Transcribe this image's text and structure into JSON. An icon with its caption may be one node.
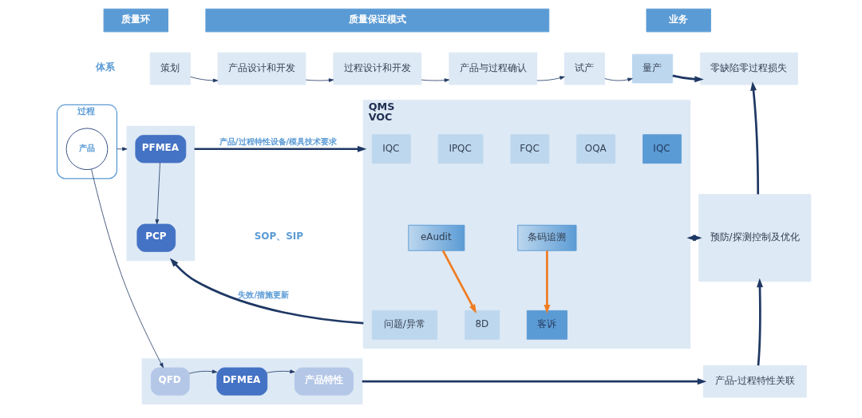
{
  "diagram": {
    "nodes": [
      {
        "text": [
          "质量环"
        ]
      },
      {
        "text": [
          "质量保证模式"
        ]
      },
      {
        "text": [
          "业务"
        ]
      },
      {
        "text": [
          "策划"
        ]
      },
      {
        "text": [
          "产品设计和开发"
        ]
      },
      {
        "text": [
          "过程设计和开发"
        ]
      },
      {
        "text": [
          "产品与过程确认"
        ]
      },
      {
        "text": [
          "试产"
        ]
      },
      {
        "text": [
          "量产"
        ]
      },
      {
        "text": [
          "零缺陷零过程损失"
        ]
      },
      {
        "text": [
          "过程"
        ]
      },
      {
        "text": [
          "产品"
        ],
        "in": 10
      },
      {
        "text": [],
        "shape": "box"
      },
      {
        "text": [
          "PFMEA"
        ],
        "in": 12
      },
      {
        "text": [
          "PCP"
        ],
        "in": 12
      },
      {
        "text": [
          "QMS",
          "VOC"
        ]
      },
      {
        "text": [
          "IQC"
        ],
        "in": 15
      },
      {
        "text": [
          "IPQC"
        ],
        "in": 15
      },
      {
        "text": [
          "FQC"
        ],
        "in": 15
      },
      {
        "text": [
          "OQA"
        ],
        "in": 15
      },
      {
        "text": [
          "IQC"
        ],
        "in": 15
      },
      {
        "text": [
          "eAudit"
        ],
        "in": 15
      },
      {
        "text": [
          "条码追溯"
        ],
        "in": 15
      },
      {
        "text": [
          "问题/异常"
        ],
        "in": 15
      },
      {
        "text": [
          "8D"
        ],
        "in": 15
      },
      {
        "text": [
          "客诉"
        ],
        "in": 15
      },
      {
        "text": [
          "预防/探测控制及优化"
        ]
      },
      {
        "text": [],
        "shape": "box"
      },
      {
        "text": [
          "QFD"
        ],
        "in": 27
      },
      {
        "text": [
          "DFMEA"
        ],
        "in": 27
      },
      {
        "text": [
          "产品特性"
        ],
        "in": 27
      },
      {
        "text": [
          "产品-过程特性关联"
        ]
      }
    ],
    "edges": [
      {
        "from": 3,
        "to": 4,
        "arrow": "to"
      },
      {
        "from": 4,
        "to": 5,
        "arrow": "to"
      },
      {
        "from": 5,
        "to": 6,
        "arrow": "to"
      },
      {
        "from": 6,
        "to": 7,
        "arrow": "to"
      },
      {
        "from": 7,
        "to": 8,
        "arrow": "to"
      },
      {
        "from": 8,
        "to": 9,
        "arrow": "to",
        "style": "thick"
      },
      {
        "from": 26,
        "to": 9,
        "arrow": "to",
        "style": "thick"
      },
      {
        "from": 10,
        "to": 12,
        "arrow": "to"
      },
      {
        "from": 13,
        "to": 14,
        "arrow": "to"
      },
      {
        "from": 12,
        "to": 15,
        "arrow": "to",
        "style": "thick",
        "label": "产品/过程特性设备/模具技术要求"
      },
      {
        "from": 15,
        "to": 12,
        "arrow": "to",
        "style": "thick",
        "label": "失效/措施更新"
      },
      {
        "from": 15,
        "to": 26,
        "arrow": "both",
        "style": "thick"
      },
      {
        "from": 21,
        "to": 24,
        "arrow": "to",
        "style": "thick",
        "color": "#f07c22"
      },
      {
        "from": 22,
        "to": 25,
        "arrow": "to",
        "style": "thick",
        "color": "#f07c22"
      },
      {
        "from": 11,
        "to": 28,
        "arrow": "to"
      },
      {
        "from": 28,
        "to": 29,
        "arrow": "to"
      },
      {
        "from": 29,
        "to": 30,
        "arrow": "to"
      },
      {
        "from": 27,
        "to": 31,
        "arrow": "to",
        "style": "thick"
      },
      {
        "from": 31,
        "to": 26,
        "arrow": "to",
        "style": "thick"
      }
    ],
    "labels": [
      "体系",
      "SOP、SIP"
    ]
  }
}
